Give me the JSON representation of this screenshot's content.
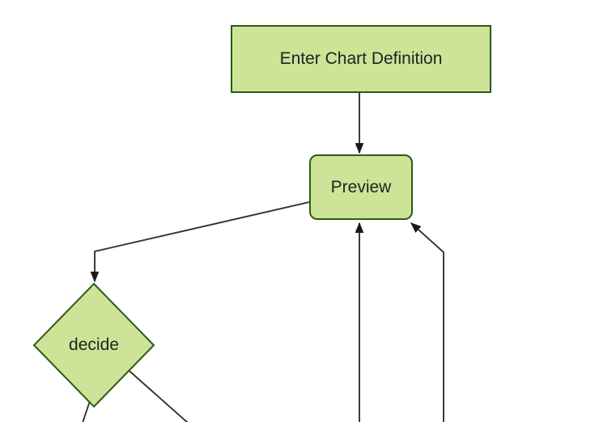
{
  "diagram": {
    "type": "flowchart",
    "direction": "top-down",
    "nodes": [
      {
        "id": "A",
        "label": "Enter Chart Definition",
        "shape": "rectangle"
      },
      {
        "id": "B",
        "label": "Preview",
        "shape": "rounded-rectangle"
      },
      {
        "id": "C",
        "label": "decide",
        "shape": "diamond"
      }
    ],
    "edges": [
      {
        "from": "Enter Chart Definition",
        "to": "Preview",
        "arrowhead": true
      },
      {
        "from": "Preview",
        "to": "decide",
        "arrowhead": true
      },
      {
        "from": "offscreen-bottom-center",
        "to": "Preview",
        "arrowhead": true
      },
      {
        "from": "offscreen-bottom-right",
        "to": "Preview",
        "arrowhead": true
      },
      {
        "from": "decide",
        "to": "offscreen-bottom-left",
        "arrowhead": false
      },
      {
        "from": "decide",
        "to": "offscreen-bottom-right",
        "arrowhead": false
      }
    ]
  },
  "theme": {
    "background": "#ffffff",
    "node_fill": "#cde498",
    "node_border": "#2c5a17",
    "edge_color": "#333333",
    "arrow_fill": "#1a1a1a",
    "text_color": "#222222"
  }
}
